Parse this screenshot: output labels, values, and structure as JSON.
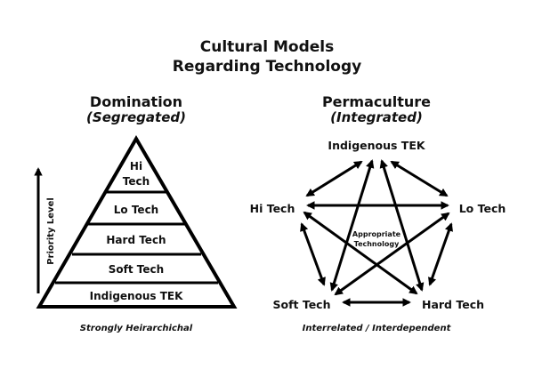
{
  "title": {
    "line1": "Cultural Models",
    "line2": "Regarding Technology"
  },
  "domination": {
    "heading": "Domination",
    "subheading": "(Segregated)",
    "axis_label": "Priority Level",
    "levels": [
      "Hi",
      "Tech",
      "Lo Tech",
      "Hard Tech",
      "Soft Tech",
      "Indigenous TEK"
    ],
    "caption": "Strongly Heirarchichal"
  },
  "permaculture": {
    "heading": "Permaculture",
    "subheading": "(Integrated)",
    "nodes": {
      "tek": "Indigenous TEK",
      "hi": "Hi Tech",
      "lo": "Lo Tech",
      "soft": "Soft Tech",
      "hard": "Hard Tech"
    },
    "center": [
      "Appropriate",
      "Technology"
    ],
    "caption": "Interrelated / Interdependent"
  }
}
